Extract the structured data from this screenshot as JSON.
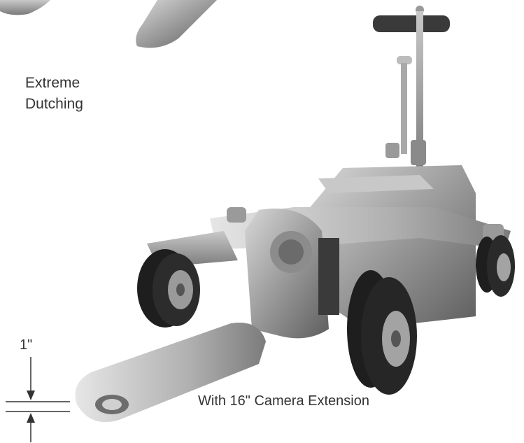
{
  "caption_dutching": [
    "Extreme",
    "Dutching"
  ],
  "caption_extension": "With 16\" Camera Extension",
  "dimension_label": "1\"",
  "colors": {
    "metal": "#9a9a9a",
    "metal_dark": "#5a5a5a",
    "metal_light": "#cfcfcf",
    "tire": "#1e1e1e",
    "text": "#333333"
  }
}
